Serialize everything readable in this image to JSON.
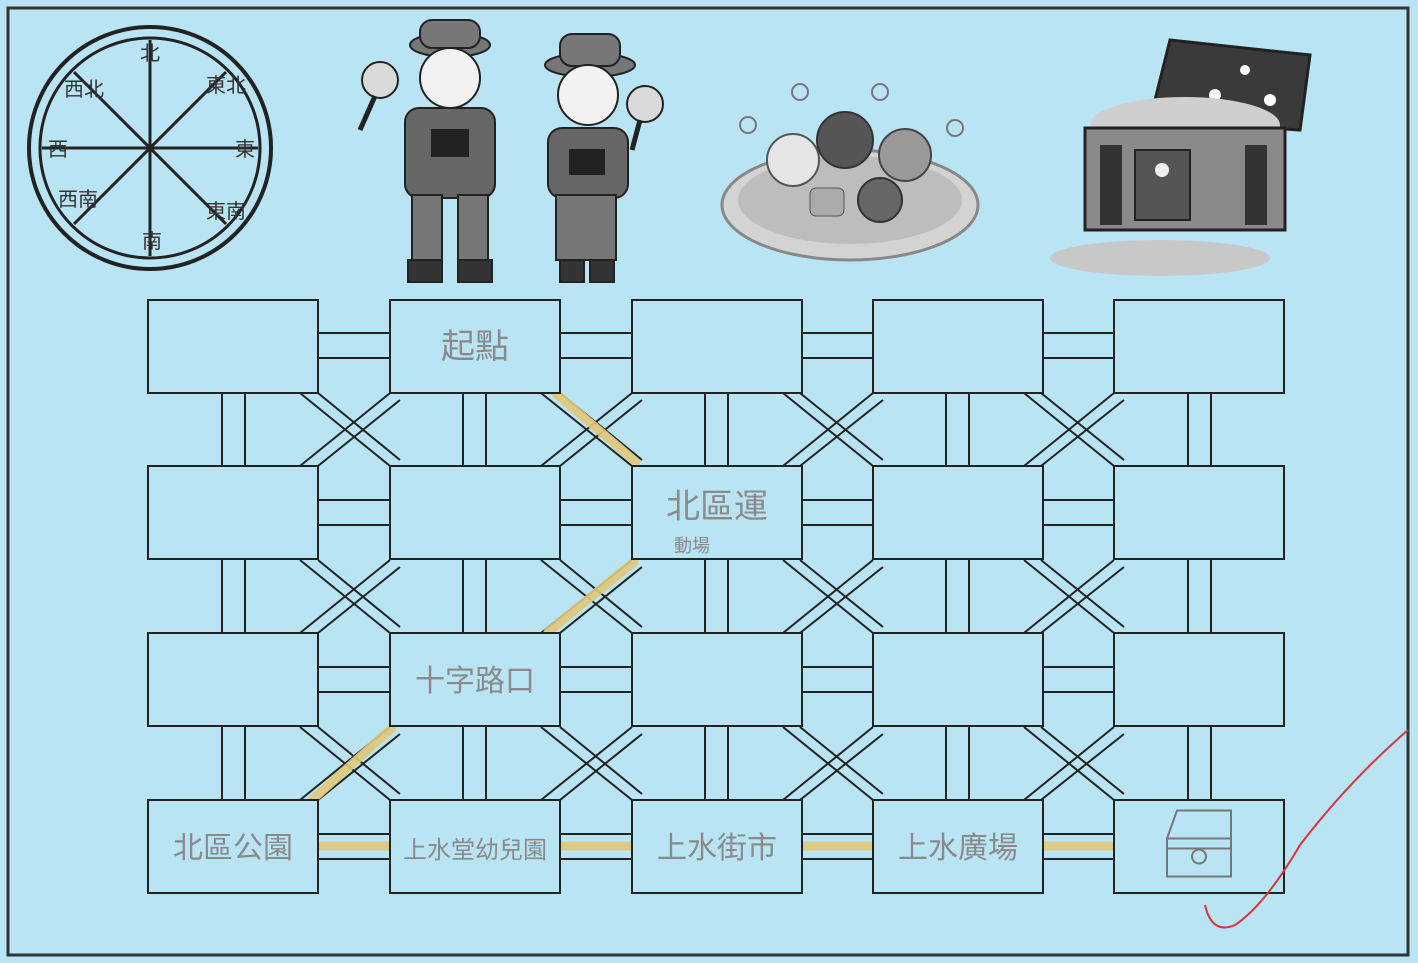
{
  "compass": {
    "north": "北",
    "northeast": "東北",
    "east": "東",
    "southeast": "東南",
    "south": "南",
    "southwest": "西南",
    "west": "西",
    "northwest": "西北"
  },
  "grid": {
    "cells": [
      {
        "id": "r1c1",
        "label": ""
      },
      {
        "id": "r1c2",
        "label": "起點"
      },
      {
        "id": "r1c3",
        "label": ""
      },
      {
        "id": "r1c4",
        "label": ""
      },
      {
        "id": "r1c5",
        "label": ""
      },
      {
        "id": "r2c1",
        "label": ""
      },
      {
        "id": "r2c2",
        "label": ""
      },
      {
        "id": "r2c3",
        "label": "北區運",
        "sublabel": "動場"
      },
      {
        "id": "r2c4",
        "label": ""
      },
      {
        "id": "r2c5",
        "label": ""
      },
      {
        "id": "r3c1",
        "label": ""
      },
      {
        "id": "r3c2",
        "label": "十字路口"
      },
      {
        "id": "r3c3",
        "label": ""
      },
      {
        "id": "r3c4",
        "label": ""
      },
      {
        "id": "r3c5",
        "label": ""
      },
      {
        "id": "r4c1",
        "label": "北區公園"
      },
      {
        "id": "r4c2",
        "label": "上水堂幼兒園"
      },
      {
        "id": "r4c3",
        "label": "上水街市"
      },
      {
        "id": "r4c4",
        "label": "上水廣場"
      },
      {
        "id": "r4c5",
        "label": "",
        "icon": "treasure-chest-icon"
      }
    ]
  },
  "colors": {
    "background": "#b9e4f3",
    "line": "#222222",
    "route": "#e2c97a",
    "check_mark": "#d8343a"
  },
  "illustrations": [
    "explorers-icon",
    "animal-bath-icon",
    "treasure-chest-icon"
  ]
}
